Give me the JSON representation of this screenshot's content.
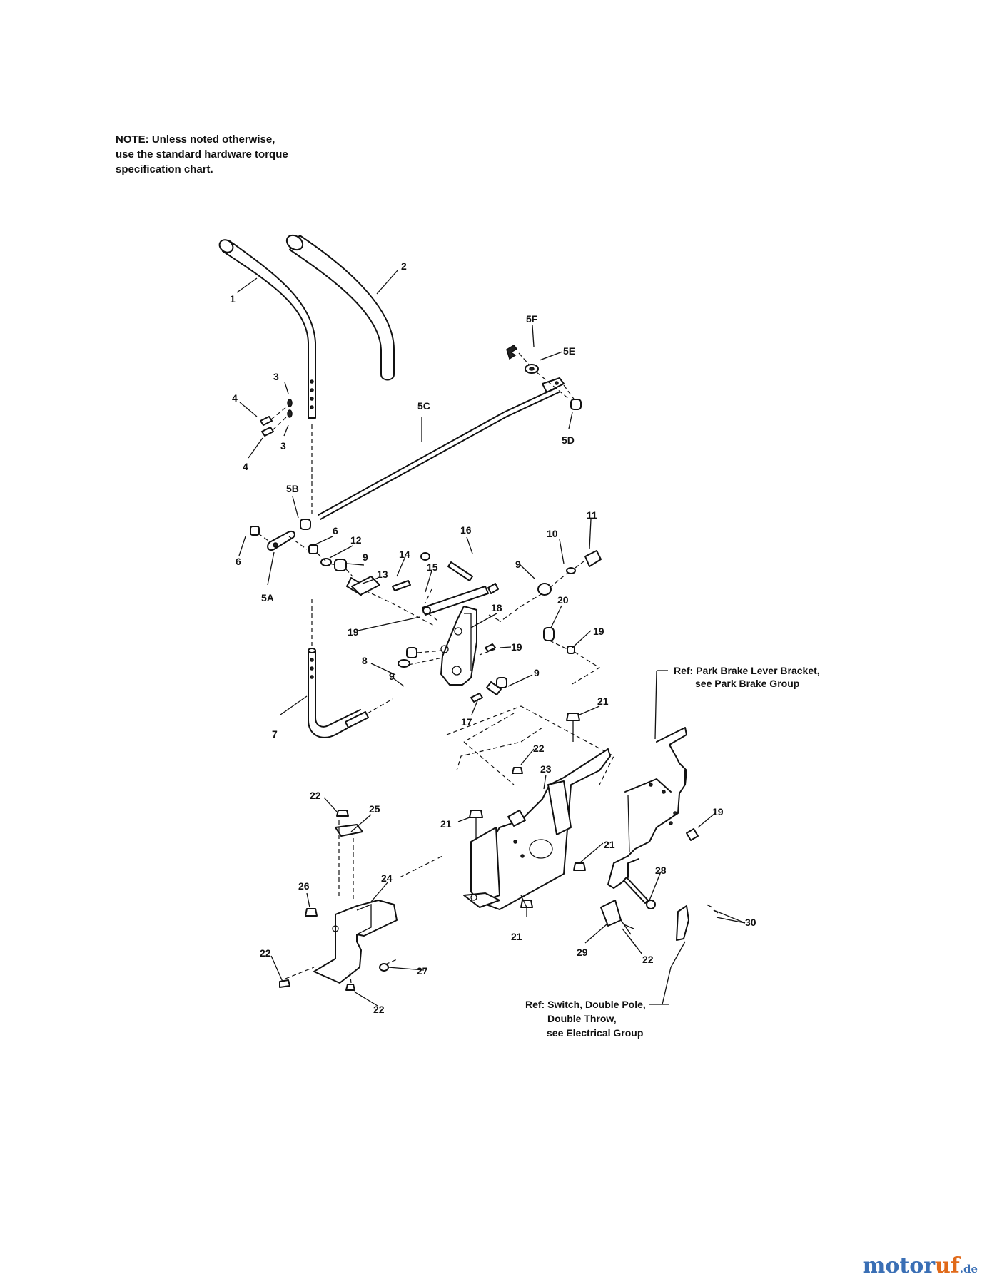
{
  "note": {
    "line1": "NOTE: Unless noted otherwise,",
    "line2": "use the standard hardware torque",
    "line3": "specification chart."
  },
  "labels": {
    "p1": "1",
    "p2": "2",
    "p3a": "3",
    "p3b": "3",
    "p4a": "4",
    "p4b": "4",
    "p5a": "5A",
    "p5b": "5B",
    "p5c": "5C",
    "p5d": "5D",
    "p5e": "5E",
    "p5f": "5F",
    "p6a": "6",
    "p6b": "6",
    "p7": "7",
    "p8": "8",
    "p9a": "9",
    "p9b": "9",
    "p9c": "9",
    "p9d": "9",
    "p10": "10",
    "p11": "11",
    "p12": "12",
    "p13": "13",
    "p14": "14",
    "p15": "15",
    "p16": "16",
    "p17": "17",
    "p18": "18",
    "p19a": "19",
    "p19b": "19",
    "p19c": "19",
    "p19d": "19",
    "p20": "20",
    "p21a": "21",
    "p21b": "21",
    "p21c": "21",
    "p21d": "21",
    "p22a": "22",
    "p22b": "22",
    "p22c": "22",
    "p22d": "22",
    "p22e": "22",
    "p23": "23",
    "p24": "24",
    "p25": "25",
    "p26": "26",
    "p27": "27",
    "p28": "28",
    "p29": "29",
    "p30": "30"
  },
  "refs": {
    "park_line1": "Ref: Park Brake Lever  Bracket,",
    "park_line2": "see  Park Brake Group",
    "switch_line1": "Ref: Switch, Double Pole,",
    "switch_line2": "Double Throw,",
    "switch_line3": "see Electrical Group"
  },
  "watermark": {
    "part1": "motor",
    "part2": "uf",
    "part3": ".de"
  }
}
